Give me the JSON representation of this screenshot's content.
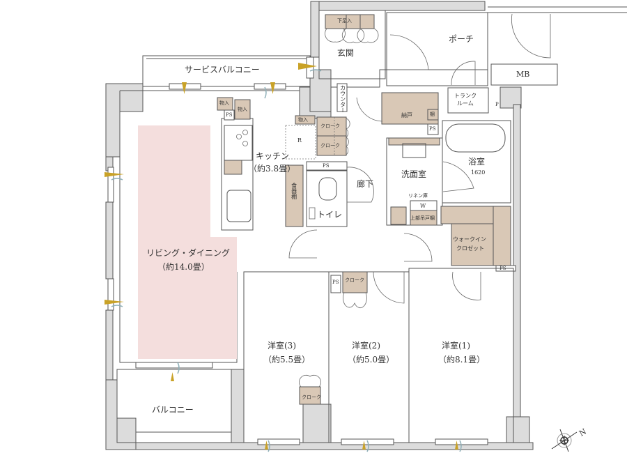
{
  "floorplan": {
    "rooms": {
      "entrance": "玄関",
      "porch": "ポーチ",
      "mb": "MB",
      "trunk_room": "トランク\nルーム",
      "trunk_room_l1": "トランク",
      "trunk_room_l2": "ルーム",
      "service_balcony": "サービスバルコニー",
      "kitchen": "キッチン",
      "kitchen_size": "（約3.8畳）",
      "living_dining": "リビング・ダイニング",
      "living_dining_size": "（約14.0畳）",
      "hallway": "廊下",
      "toilet": "トイレ",
      "washroom": "洗面室",
      "bathroom": "浴室",
      "bathroom_size": "1620",
      "storeroom": "納戸",
      "walk_in_closet_l1": "ウォークイン",
      "walk_in_closet_l2": "クロゼット",
      "western_room_3": "洋室(3)",
      "western_room_3_size": "（約5.5畳）",
      "western_room_2": "洋室(2)",
      "western_room_2_size": "（約5.0畳）",
      "western_room_1": "洋室(1)",
      "western_room_1_size": "（約8.1畳）",
      "balcony": "バルコニー"
    },
    "storage_labels": {
      "shoe_storage": "下足入",
      "counter": "カウンター",
      "storage_1": "物入",
      "storage_2": "物入",
      "storage_3": "物入",
      "ps": "PS",
      "cloak_1": "クローク",
      "cloak_2": "クローク",
      "cloak_room2": "クローク",
      "cloak_room3": "クローク",
      "refrigerator": "R",
      "cupboard": "食器棚",
      "shelf": "棚",
      "linen": "リネン庫",
      "washer": "W",
      "upper_cabinet": "上部吊戸棚",
      "pipe": "P"
    },
    "compass": {
      "north_label": "N"
    },
    "colors": {
      "living_dining_fill": "#f4dedd",
      "storage_fill": "#d9c8b6",
      "wall_fill": "#dcdcdc",
      "vent_yellow": "#c9a227",
      "air_blue": "#8fb0b8"
    }
  }
}
